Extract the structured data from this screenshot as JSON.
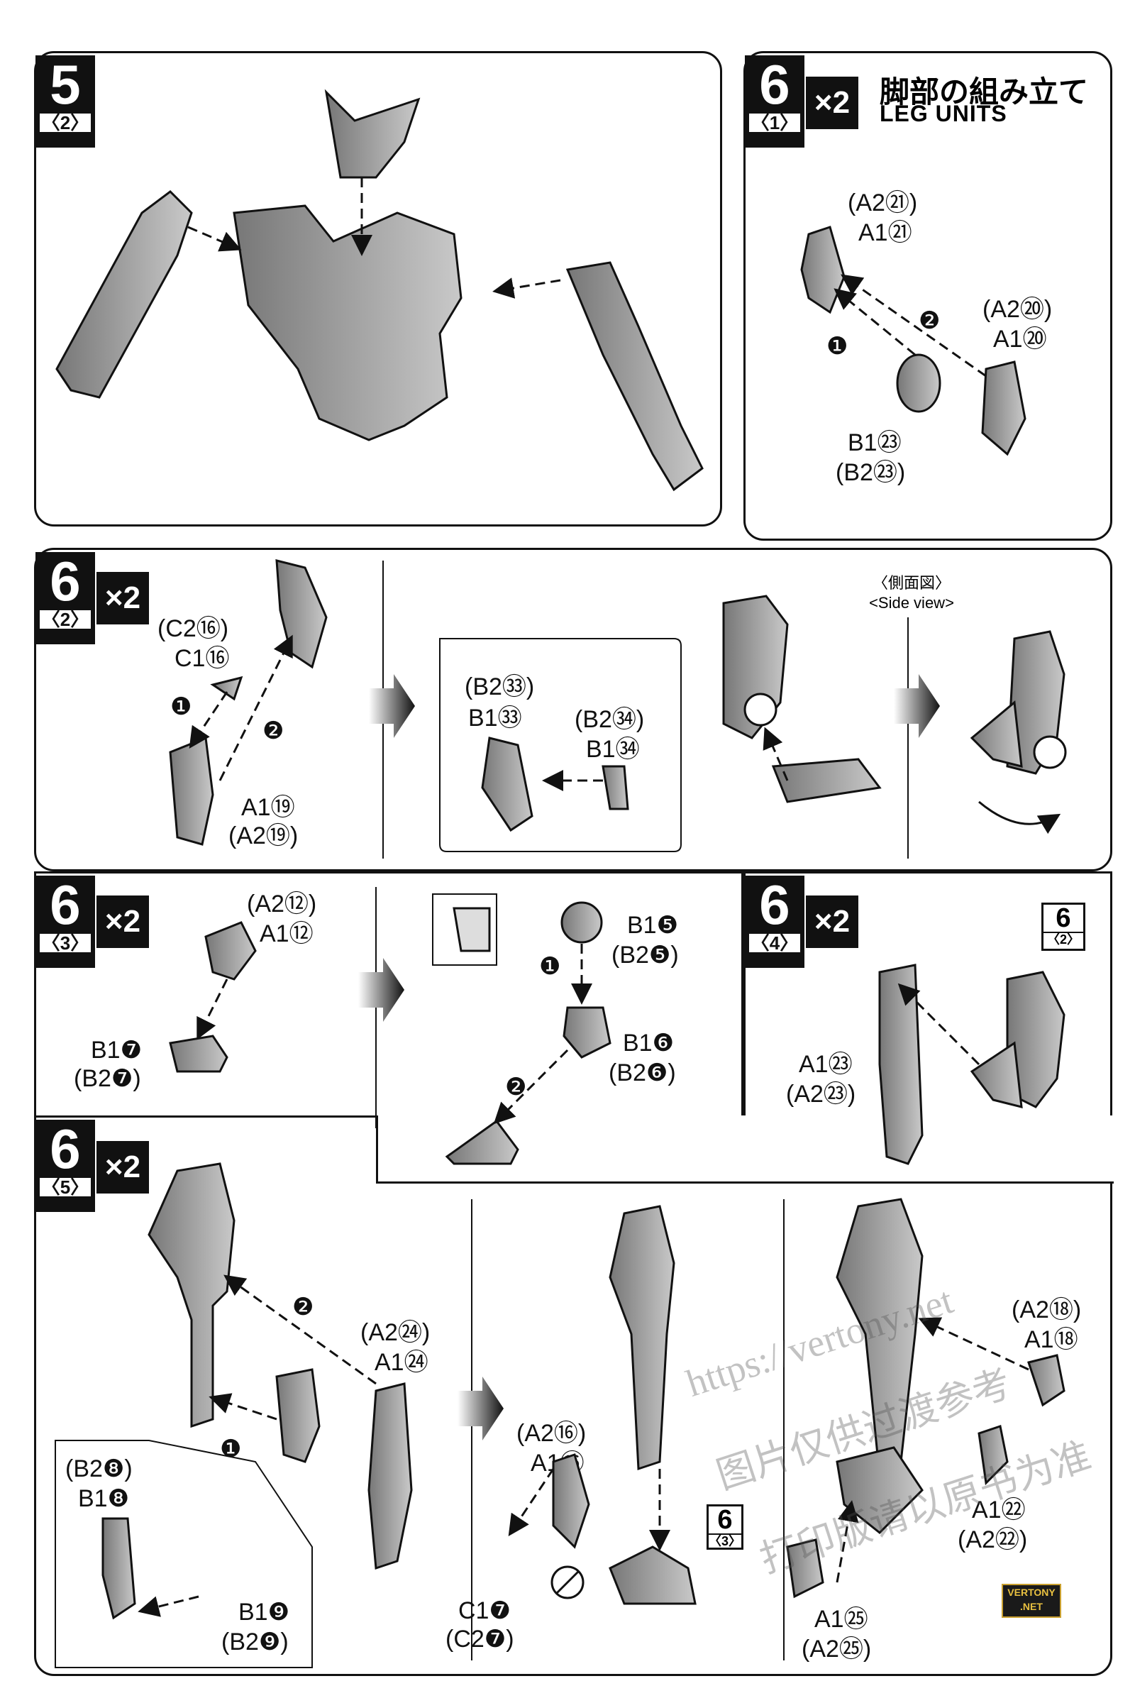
{
  "step5": {
    "num": "5",
    "sub": "〈2〉"
  },
  "step6_1": {
    "num": "6",
    "sub": "〈1〉",
    "times": "×2",
    "title_jp": "脚部の組み立て",
    "title_en": "LEG UNITS",
    "labels": [
      "(A2㉑)",
      "A1㉑",
      "(A2⑳)",
      "A1⑳",
      "B1㉓",
      "(B2㉓)"
    ],
    "steps": [
      "❶",
      "❷"
    ]
  },
  "step6_2": {
    "num": "6",
    "sub": "〈2〉",
    "times": "×2",
    "labels": [
      "(C2⑯)",
      "C1⑯",
      "A1⑲",
      "(A2⑲)",
      "(B2㉝)",
      "B1㉝",
      "(B2㉞)",
      "B1㉞"
    ],
    "steps": [
      "❶",
      "❷"
    ],
    "side_view_jp": "〈側面図〉",
    "side_view_en": "<Side view>"
  },
  "step6_3": {
    "num": "6",
    "sub": "〈3〉",
    "times": "×2",
    "labels": [
      "(A2⑫)",
      "A1⑫",
      "B1❼",
      "(B2❼)",
      "B1❺",
      "(B2❺)",
      "B1❻",
      "(B2❻)"
    ],
    "steps": [
      "❶",
      "❷"
    ]
  },
  "step6_4": {
    "num": "6",
    "sub": "〈4〉",
    "times": "×2",
    "labels": [
      "A1㉓",
      "(A2㉓)"
    ],
    "ref": {
      "n": "6",
      "s": "〈2〉"
    }
  },
  "step6_5": {
    "num": "6",
    "sub": "〈5〉",
    "times": "×2",
    "labels": [
      "(A2㉔)",
      "A1㉔",
      "(B2❽)",
      "B1❽",
      "B1❾",
      "(B2❾)",
      "(A2⑯)",
      "A1⑯",
      "C1❼",
      "(C2❼)",
      "(A2⑱)",
      "A1⑱",
      "A1㉒",
      "(A2㉒)",
      "A1㉕",
      "(A2㉕)"
    ],
    "steps": [
      "❶",
      "❷"
    ],
    "ref": {
      "n": "6",
      "s": "〈3〉"
    }
  },
  "watermark": [
    "https://vertony.net",
    "图片仅供过渡参考",
    "打印版请以原书为准"
  ],
  "badge": [
    "VERTONY",
    ".NET"
  ]
}
